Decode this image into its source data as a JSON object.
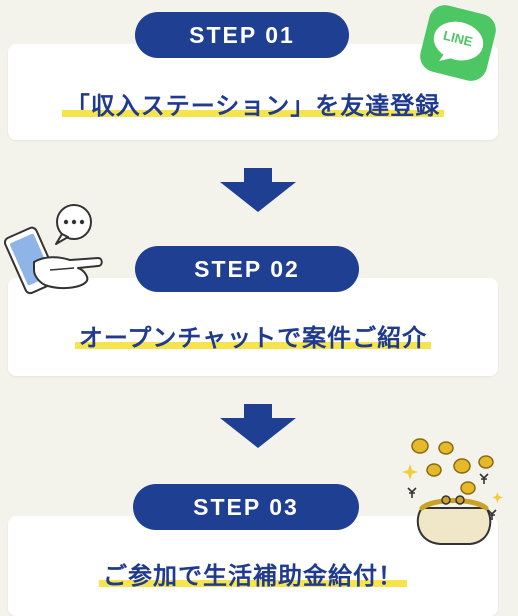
{
  "steps": [
    {
      "badge": "STEP 01",
      "text": "「収入ステーション」を友達登録"
    },
    {
      "badge": "STEP 02",
      "text": "オープンチャットで案件ご紹介"
    },
    {
      "badge": "STEP 03",
      "text": "ご参加で生活補助金給付！"
    }
  ],
  "line_icon": {
    "label": "LINE"
  },
  "colors": {
    "navy": "#1f3f93",
    "text_blue": "#1f3a8f",
    "highlight": "#f6e44c",
    "line_green": "#4cc764",
    "background": "#f3f3ec"
  },
  "icons": [
    "line-icon",
    "down-arrow-icon",
    "phone-hand-icon",
    "chat-bubble-icon",
    "coin-purse-icon",
    "gold-coin-icon"
  ]
}
